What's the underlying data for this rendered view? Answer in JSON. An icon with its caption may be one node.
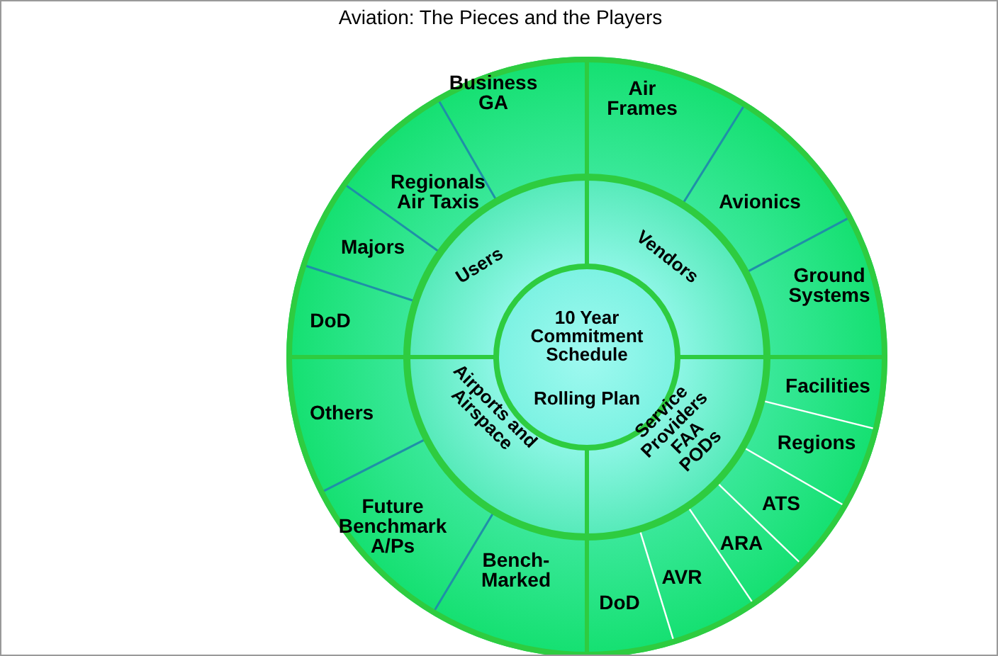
{
  "diagram": {
    "title": "Aviation: The Pieces and the Players",
    "nodes": [
      {
        "text": [
          "10 Year Commitment Schedule",
          "Rolling Plan"
        ]
      },
      {
        "text": [
          "Vendors"
        ]
      },
      {
        "text": [
          "Service Providers FAA PODs"
        ]
      },
      {
        "text": [
          "Airports and Airspace"
        ]
      },
      {
        "text": [
          "Users"
        ]
      },
      {
        "text": [
          "Air Frames"
        ]
      },
      {
        "text": [
          "Avionics"
        ]
      },
      {
        "text": [
          "Ground Systems"
        ]
      },
      {
        "text": [
          "Facilities"
        ]
      },
      {
        "text": [
          "Regions"
        ]
      },
      {
        "text": [
          "ATS"
        ]
      },
      {
        "text": [
          "ARA"
        ]
      },
      {
        "text": [
          "AVR"
        ]
      },
      {
        "text": [
          "DoD"
        ]
      },
      {
        "text": [
          "Bench- Marked"
        ]
      },
      {
        "text": [
          "Future Benchmark A/Ps"
        ]
      },
      {
        "text": [
          "Others"
        ]
      },
      {
        "text": [
          "DoD"
        ]
      },
      {
        "text": [
          "Majors"
        ]
      },
      {
        "text": [
          "Regionals Air Taxis"
        ]
      },
      {
        "text": [
          "Business GA"
        ]
      }
    ]
  }
}
